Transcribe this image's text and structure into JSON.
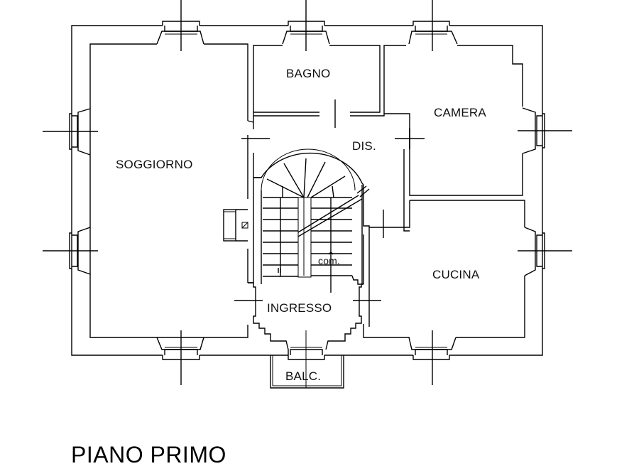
{
  "plan": {
    "title": "PIANO PRIMO",
    "stroke_color": "#000000",
    "background": "#ffffff"
  },
  "rooms": {
    "soggiorno": "SOGGIORNO",
    "bagno": "BAGNO",
    "camera": "CAMERA",
    "dis": "DIS.",
    "cucina": "CUCINA",
    "ingresso": "INGRESSO",
    "balc": "BALC.",
    "com": "com."
  }
}
